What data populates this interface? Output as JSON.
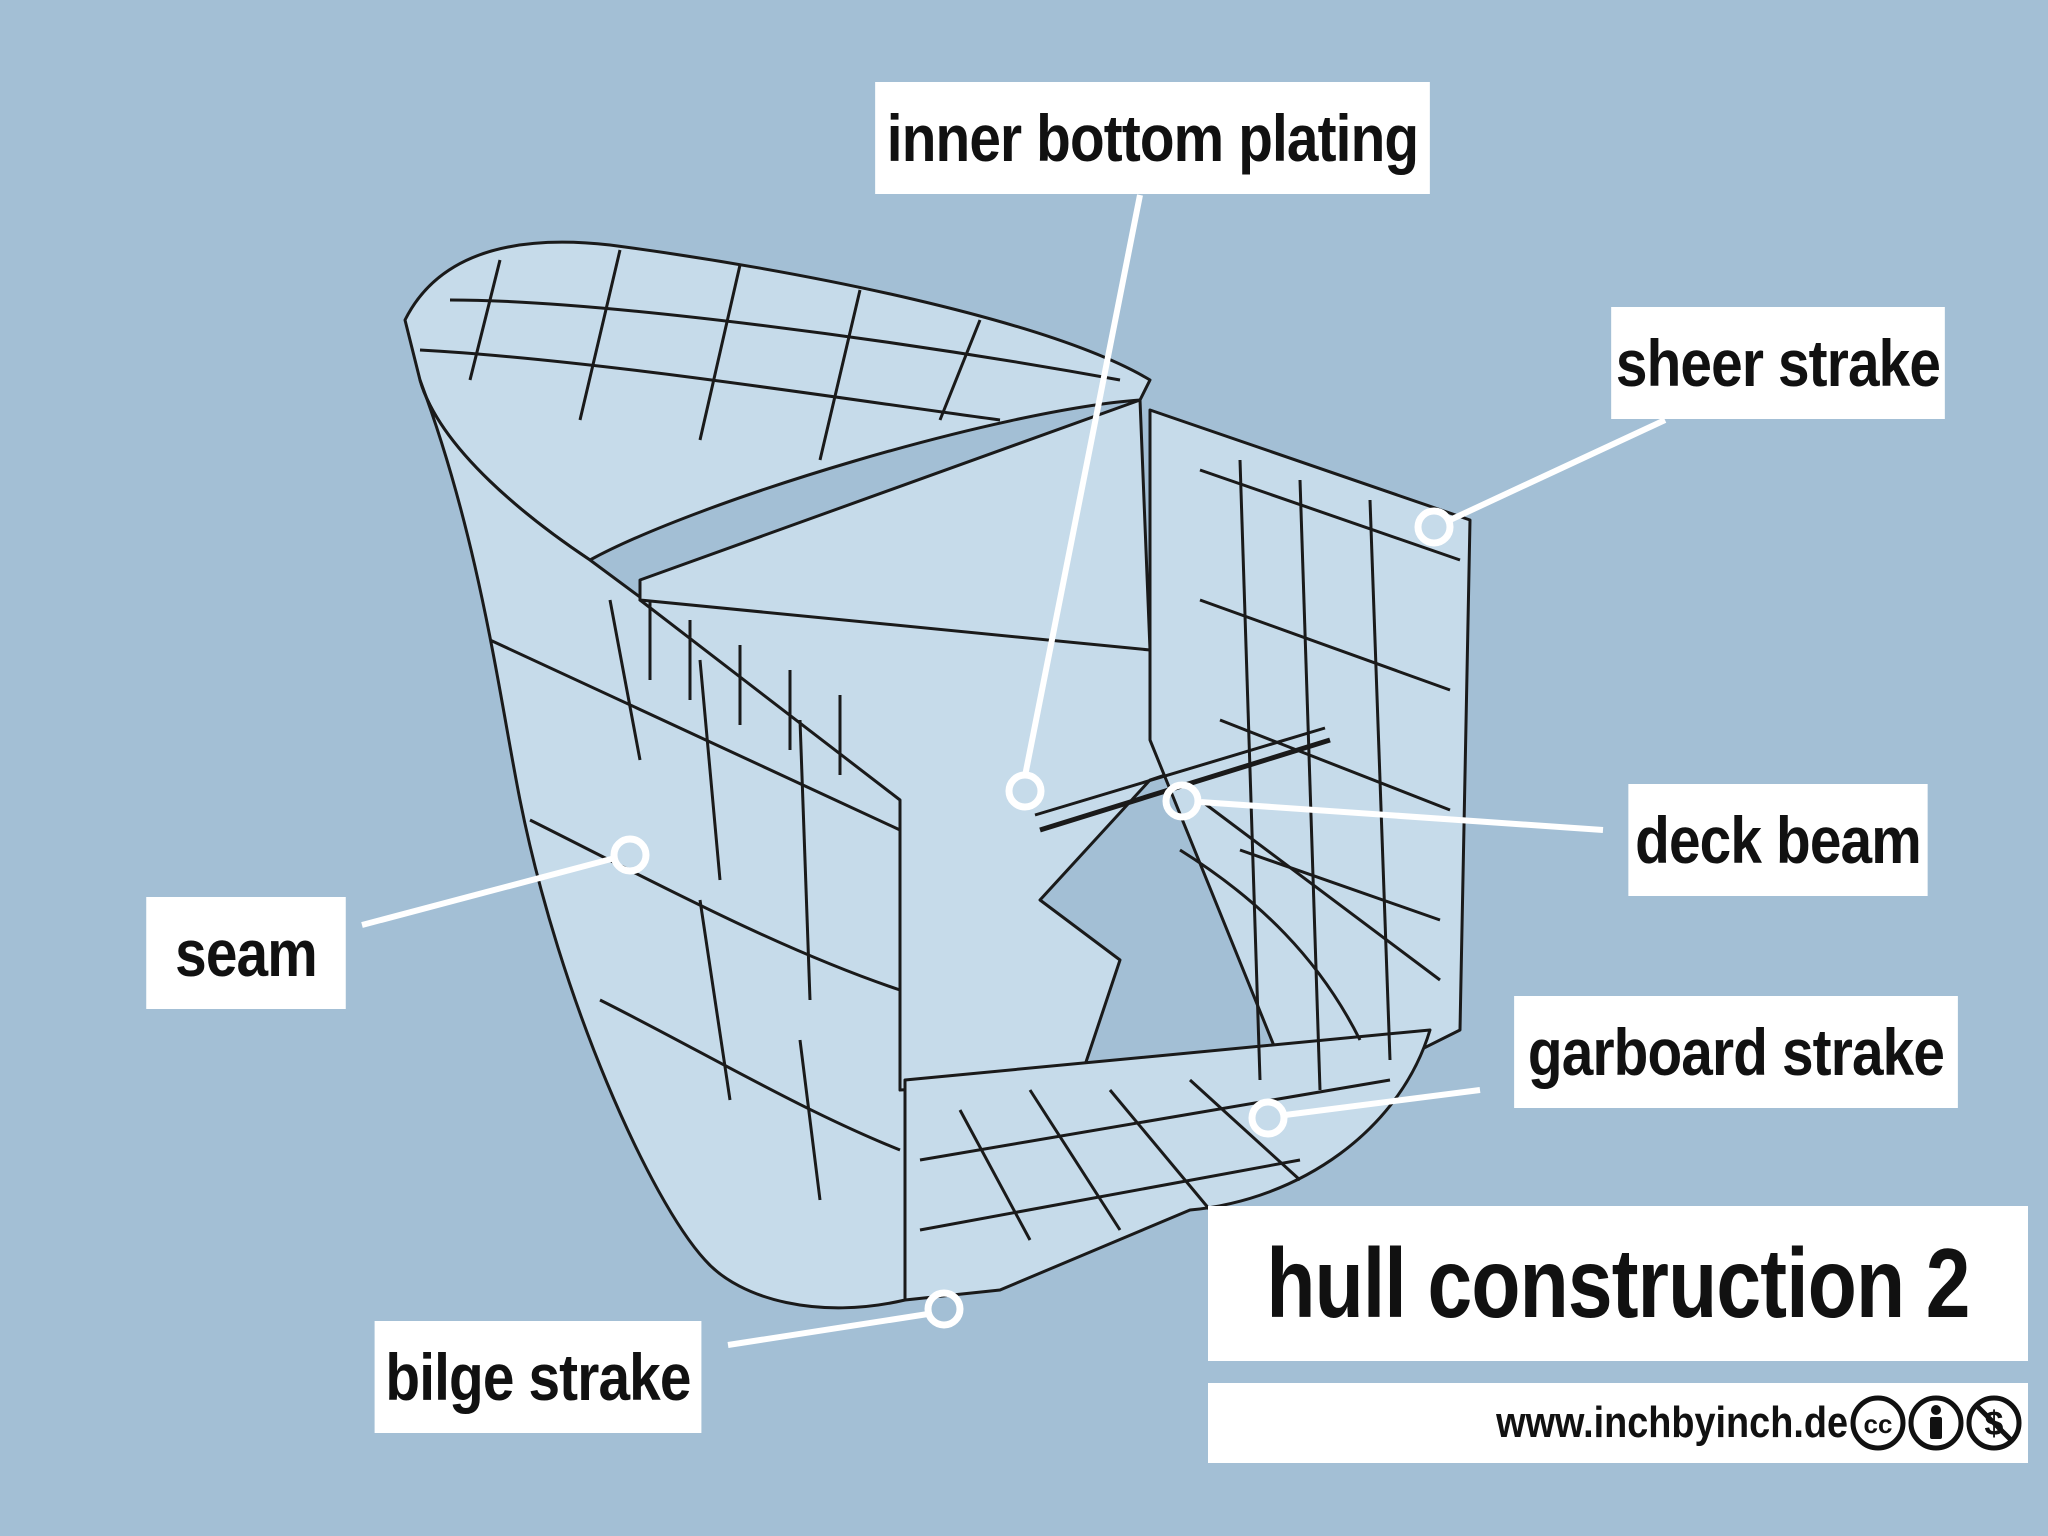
{
  "title": "hull construction 2",
  "website": "www.inchbyinch.de",
  "license_icons": [
    "cc-icon",
    "attribution-icon",
    "noncommercial-icon"
  ],
  "colors": {
    "background": "#a3bfd5",
    "hull_fill": "#c6dbea",
    "line": "#1a1a1a",
    "label_bg": "#ffffff"
  },
  "labels": {
    "inner_bottom_plating": "inner bottom plating",
    "sheer_strake": "sheer strake",
    "deck_beam": "deck beam",
    "seam": "seam",
    "garboard_strake": "garboard strake",
    "bilge_strake": "bilge strake"
  }
}
